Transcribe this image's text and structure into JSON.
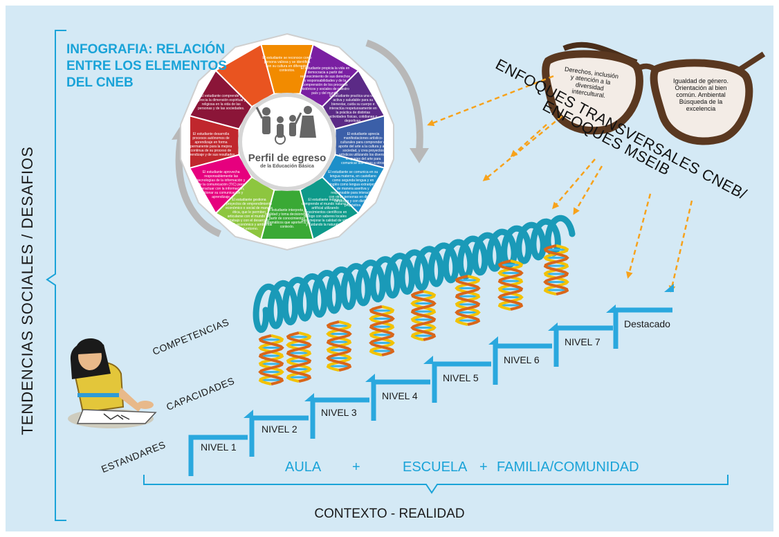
{
  "title": "INFOGRAFIA: RELACIÓN ENTRE LOS ELEMENTOS DEL CNEB",
  "left_label": "TENDENCIAS SOCIALES / DESAFIOS",
  "profile": {
    "title": "Perfil de egreso",
    "subtitle": "de la Educación Básica",
    "segment_colors": [
      "#e6007e",
      "#c0272d",
      "#8b1538",
      "#e95420",
      "#f28b00",
      "#7a1fa2",
      "#5b2a86",
      "#3b5fa8",
      "#1d8fc9",
      "#0e9a8a",
      "#3aa935",
      "#8dc63f"
    ],
    "segments": [
      "El estudiante se reconoce como persona valiosa y se identifica con su cultura en diferentes contextos.",
      "El estudiante propicia la vida en democracia a partir del reconocimiento de sus derechos y responsabilidades y de la comprensión de los procesos históricos y sociales de nuestro país y del mundo.",
      "El estudiante practica una vida activa y saludable para su bienestar, cuida su cuerpo e interactúa respetuosamente en la práctica de distintas actividades físicas, cotidianas o deportivas.",
      "El estudiante aprecia manifestaciones artístico-culturales para comprender el aporte del arte a la cultura y a la sociedad, y crea proyectos artísticos utilizando los diversos lenguajes del arte para comunicar sus ideas a otros.",
      "El estudiante se comunica en su lengua materna, en castellano como segunda lengua y en inglés como lengua extranjera de manera asertiva y responsable para interactuar con otras personas en diversos contextos y con distintos propósitos.",
      "El estudiante indaga y comprende el mundo natural y artificial utilizando conocimientos científicos en diálogo con saberes locales para mejorar la calidad de vida y cuidando la naturaleza.",
      "El estudiante interpreta la realidad y toma decisiones a partir de conocimientos matemáticos que aporten a su contexto.",
      "El estudiante gestiona proyectos de emprendimiento económico o social de manera ética, que le permiten articularse con el mundo del trabajo y con el desarrollo social, económico y ambiental del entorno.",
      "El estudiante aprovecha responsablemente las tecnologías de la información y de la comunicación (TIC) para interactuar con la información, gestionar su comunicación y aprendizaje.",
      "El estudiante desarrolla procesos autónomos de aprendizaje en forma permanente para la mejora continua de su proceso de aprendizaje y de sus resultados.",
      "El estudiante comprende y aprecia la dimensión espiritual y religiosa en la vida de las personas y de las sociedades."
    ]
  },
  "glasses": {
    "left_lens": "Derechos, inclusión y atención a la diversidad intercultural.",
    "right_lens": "Igualdad de género. Orientación al bien común. Ambiental Búsqueda de la excelencia"
  },
  "enfoques": {
    "line1": "ENFOQUES TRANSVERSALES CNEB/",
    "line2": "ENFOQUES MSEIB"
  },
  "row_labels": {
    "competencias": "COMPETENCIAS",
    "capacidades": "CAPACIDADES",
    "estandares": "ESTANDARES"
  },
  "levels": [
    "NIVEL 1",
    "NIVEL 2",
    "NIVEL 3",
    "NIVEL 4",
    "NIVEL 5",
    "NIVEL 6",
    "NIVEL 7",
    "Destacado"
  ],
  "context": {
    "aula": "AULA",
    "plus1": "+",
    "escuela": "ESCUELA",
    "plus2": "+",
    "familia": "FAMILIA/COMUNIDAD",
    "bottom": "CONTEXTO - REALIDAD"
  },
  "colors": {
    "background": "#d4e9f5",
    "accent": "#1aa3d8",
    "arrow": "#f7a21b",
    "spring": "#1a9ab8"
  }
}
